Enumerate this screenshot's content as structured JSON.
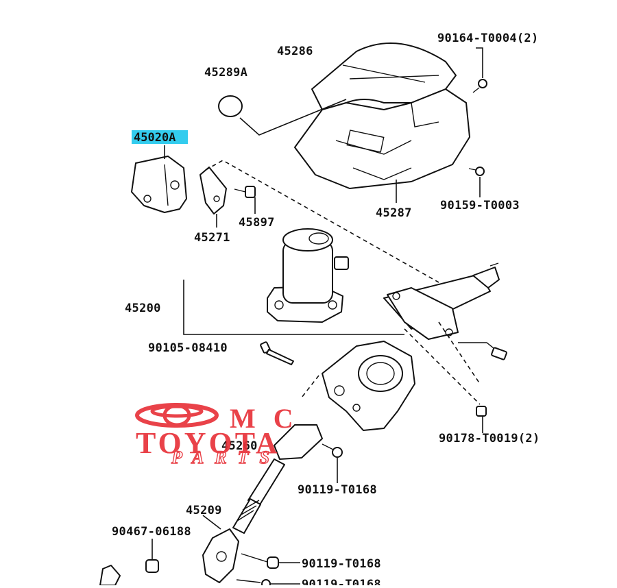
{
  "diagram": {
    "highlight_color": "#33ccee",
    "watermark_color": "#e8323a",
    "labels": {
      "p45286": "45286",
      "p45289A": "45289A",
      "p45020A": "45020A",
      "p90164": "90164-T0004(2)",
      "p45287": "45287",
      "p90159": "90159-T0003",
      "p45897": "45897",
      "p45271": "45271",
      "p45200": "45200",
      "p90105": "90105-08410",
      "p90178": "90178-T0019(2)",
      "p45260": "45260",
      "p90119a": "90119-T0168",
      "p45209": "45209",
      "p90467": "90467-06188",
      "p90119b": "90119-T0168",
      "p90119c": "90119-T0168"
    }
  },
  "watermark": {
    "line1": "MC",
    "line2": "TOYOTA",
    "line3": "PARTS"
  }
}
